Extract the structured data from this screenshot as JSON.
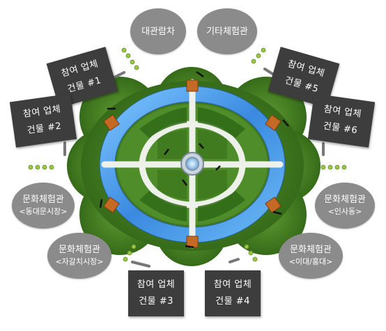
{
  "labels": {
    "top_left": "대관람차",
    "top_right": "기타체험관",
    "building_1": {
      "line1": "참여 업체",
      "line2": "건물 #1"
    },
    "building_2": {
      "line1": "참여 업체",
      "line2": "건물 #2"
    },
    "building_3": {
      "line1": "참여 업체",
      "line2": "건물 #3"
    },
    "building_4": {
      "line1": "참여 업체",
      "line2": "건물 #4"
    },
    "building_5": {
      "line1": "참여 업체",
      "line2": "건물 #5"
    },
    "building_6": {
      "line1": "참여 업체",
      "line2": "건물 #6"
    },
    "hall_dongdaemun": {
      "line1": "문화체험관",
      "line2": "<동대문시장>"
    },
    "hall_jagalchi": {
      "line1": "문화체험관",
      "line2": "<자갈치시장>"
    },
    "hall_insadong": {
      "line1": "문화체험관",
      "line2": "<인사동>"
    },
    "hall_idae": {
      "line1": "문화체험관",
      "line2": "<이대/홍대>"
    }
  },
  "colors": {
    "bubble": "#8b8b8b",
    "building": "#3d3d3d",
    "grass_dark": "#2f6b16",
    "grass_mid": "#4f8c2a",
    "grass_light": "#7fb04a",
    "water": "#3f8fe0",
    "bridge": "#c56a24",
    "path": "#eef0ea"
  }
}
